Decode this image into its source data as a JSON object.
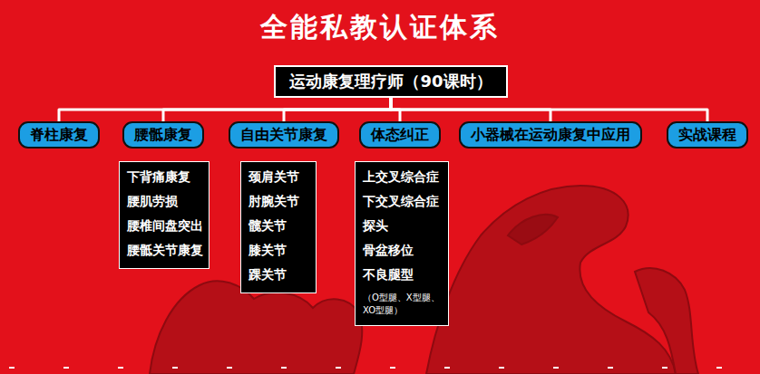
{
  "diagram": {
    "title": "全能私教认证体系",
    "nodes": [
      {
        "text": [
          "运动康复理疗师（90课时）"
        ]
      },
      {
        "text": [
          "脊柱康复"
        ]
      },
      {
        "text": [
          "腰骶康复"
        ]
      },
      {
        "text": [
          "自由关节康复"
        ]
      },
      {
        "text": [
          "体态纠正"
        ]
      },
      {
        "text": [
          "小器械在运动康复中应用"
        ]
      },
      {
        "text": [
          "实战课程"
        ]
      },
      {
        "text": [
          "下背痛康复",
          "腰肌劳损",
          "腰椎间盘突出",
          "腰骶关节康复"
        ]
      },
      {
        "text": [
          "颈肩关节",
          "肘腕关节",
          "髋关节",
          "膝关节",
          "踝关节"
        ]
      },
      {
        "text": [
          "上交叉综合症",
          "下交叉综合症",
          "探头",
          "骨盆移位",
          "不良腿型",
          "（O型腿、X型腿、XO型腿）"
        ]
      }
    ],
    "edges": [
      {
        "from": 0,
        "to": 1,
        "arrow": "none"
      },
      {
        "from": 0,
        "to": 2,
        "arrow": "none"
      },
      {
        "from": 0,
        "to": 3,
        "arrow": "none"
      },
      {
        "from": 0,
        "to": 4,
        "arrow": "none"
      },
      {
        "from": 0,
        "to": 5,
        "arrow": "none"
      },
      {
        "from": 0,
        "to": 6,
        "arrow": "none"
      }
    ]
  }
}
